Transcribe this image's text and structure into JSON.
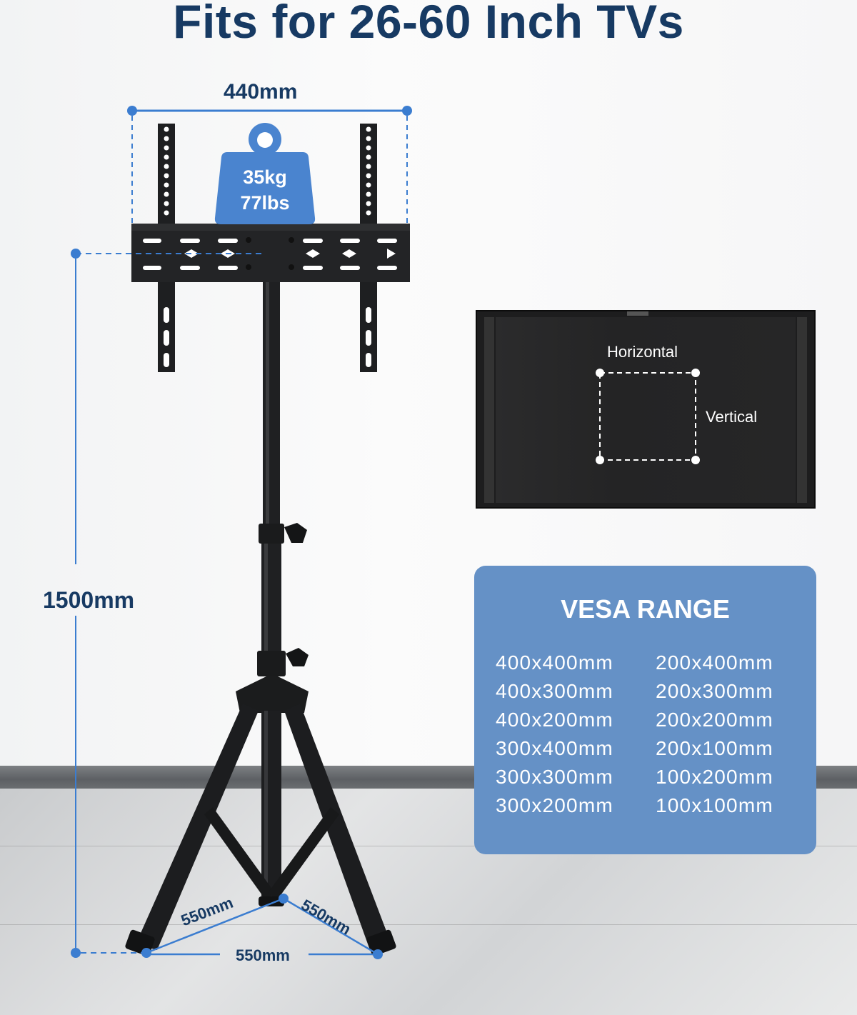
{
  "title": "Fits for 26-60 Inch TVs",
  "dimensions": {
    "width": "440mm",
    "height": "1500mm",
    "leg_left": "550mm",
    "leg_right": "550mm",
    "base": "550mm"
  },
  "weight_capacity": {
    "kg": "35kg",
    "lbs": "77lbs"
  },
  "tv_diagram": {
    "horizontal_label": "Horizontal",
    "vertical_label": "Vertical"
  },
  "vesa": {
    "title": "VESA RANGE",
    "sizes": [
      "400x400mm",
      "200x400mm",
      "400x300mm",
      "200x300mm",
      "400x200mm",
      "200x200mm",
      "300x400mm",
      "200x100mm",
      "300x300mm",
      "100x200mm",
      "300x200mm",
      "100x100mm"
    ]
  },
  "colors": {
    "title": "#173a63",
    "accent_blue": "#3b7dd0",
    "vesa_panel": "#6591c6",
    "weight_icon": "#4a84cf"
  }
}
